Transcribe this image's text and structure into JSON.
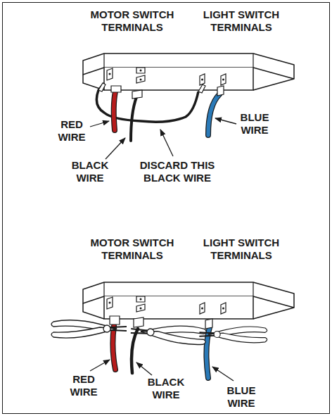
{
  "diagram": {
    "labels": [
      "MOTOR SWITCH TERMINALS",
      "LIGHT SWITCH TERMINALS",
      "RED WIRE",
      "BLUE WIRE",
      "BLACK WIRE",
      "DISCARD THIS BLACK WIRE",
      "MOTOR SWITCH TERMINALS",
      "LIGHT SWITCH TERMINALS",
      "RED WIRE",
      "BLACK WIRE",
      "BLUE WIRE"
    ]
  }
}
